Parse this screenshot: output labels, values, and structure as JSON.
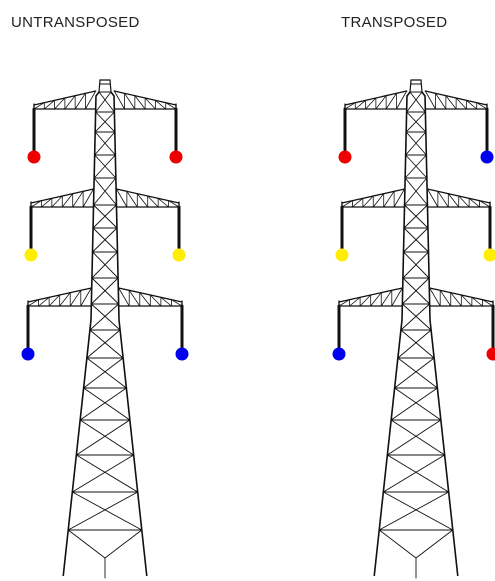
{
  "diagram": {
    "left_title": "UNTRANSPOSED",
    "right_title": "TRANSPOSED"
  },
  "colors": {
    "red": "#ee0000",
    "yellow": "#ffee00",
    "blue": "#0000ee",
    "steel": "#111111"
  },
  "towers": [
    {
      "name": "untransposed-tower",
      "phases_left": [
        "red",
        "yellow",
        "blue"
      ],
      "phases_right": [
        "red",
        "yellow",
        "blue"
      ]
    },
    {
      "name": "transposed-tower",
      "phases_left": [
        "red",
        "yellow",
        "blue"
      ],
      "phases_right": [
        "blue",
        "yellow",
        "red"
      ]
    }
  ]
}
